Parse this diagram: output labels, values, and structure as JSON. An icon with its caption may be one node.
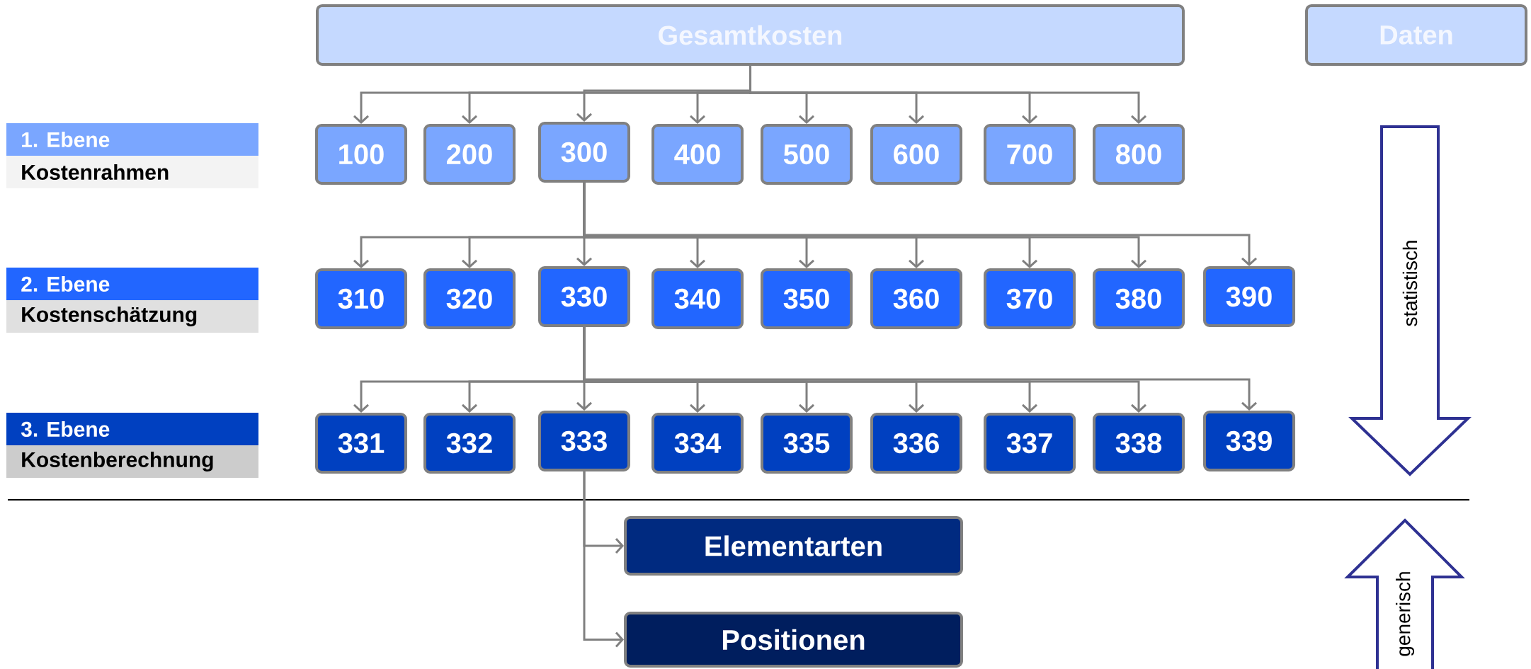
{
  "diagram": {
    "nodes": [
      {
        "text": [
          "Gesamtkosten"
        ]
      },
      {
        "text": [
          "Daten"
        ]
      },
      {
        "text": [
          "1. Ebene",
          "Kostenrahmen"
        ]
      },
      {
        "text": [
          "100"
        ]
      },
      {
        "text": [
          "200"
        ]
      },
      {
        "text": [
          "300"
        ]
      },
      {
        "text": [
          "400"
        ]
      },
      {
        "text": [
          "500"
        ]
      },
      {
        "text": [
          "600"
        ]
      },
      {
        "text": [
          "700"
        ]
      },
      {
        "text": [
          "800"
        ]
      },
      {
        "text": [
          "2. Ebene",
          "Kostenschätzung"
        ]
      },
      {
        "text": [
          "310"
        ]
      },
      {
        "text": [
          "320"
        ]
      },
      {
        "text": [
          "330"
        ]
      },
      {
        "text": [
          "340"
        ]
      },
      {
        "text": [
          "350"
        ]
      },
      {
        "text": [
          "360"
        ]
      },
      {
        "text": [
          "370"
        ]
      },
      {
        "text": [
          "380"
        ]
      },
      {
        "text": [
          "390"
        ]
      },
      {
        "text": [
          "3. Ebene",
          "Kostenberechnung"
        ]
      },
      {
        "text": [
          "331"
        ]
      },
      {
        "text": [
          "332"
        ]
      },
      {
        "text": [
          "333"
        ]
      },
      {
        "text": [
          "334"
        ]
      },
      {
        "text": [
          "335"
        ]
      },
      {
        "text": [
          "336"
        ]
      },
      {
        "text": [
          "337"
        ]
      },
      {
        "text": [
          "338"
        ]
      },
      {
        "text": [
          "339"
        ]
      },
      {
        "text": [
          "Elementarten"
        ]
      },
      {
        "text": [
          "Positionen"
        ]
      }
    ],
    "edges": [
      {
        "from": 0,
        "to": 3,
        "arrow": "to"
      },
      {
        "from": 0,
        "to": 4,
        "arrow": "to"
      },
      {
        "from": 0,
        "to": 5,
        "arrow": "to"
      },
      {
        "from": 0,
        "to": 6,
        "arrow": "to"
      },
      {
        "from": 0,
        "to": 7,
        "arrow": "to"
      },
      {
        "from": 0,
        "to": 8,
        "arrow": "to"
      },
      {
        "from": 0,
        "to": 9,
        "arrow": "to"
      },
      {
        "from": 0,
        "to": 10,
        "arrow": "to"
      },
      {
        "from": 5,
        "to": 12,
        "arrow": "to"
      },
      {
        "from": 5,
        "to": 13,
        "arrow": "to"
      },
      {
        "from": 5,
        "to": 14,
        "arrow": "to"
      },
      {
        "from": 5,
        "to": 15,
        "arrow": "to"
      },
      {
        "from": 5,
        "to": 16,
        "arrow": "to"
      },
      {
        "from": 5,
        "to": 17,
        "arrow": "to"
      },
      {
        "from": 5,
        "to": 18,
        "arrow": "to"
      },
      {
        "from": 5,
        "to": 19,
        "arrow": "to"
      },
      {
        "from": 5,
        "to": 20,
        "arrow": "to"
      },
      {
        "from": 14,
        "to": 22,
        "arrow": "to"
      },
      {
        "from": 14,
        "to": 23,
        "arrow": "to"
      },
      {
        "from": 14,
        "to": 24,
        "arrow": "to"
      },
      {
        "from": 14,
        "to": 25,
        "arrow": "to"
      },
      {
        "from": 14,
        "to": 26,
        "arrow": "to"
      },
      {
        "from": 14,
        "to": 27,
        "arrow": "to"
      },
      {
        "from": 14,
        "to": 28,
        "arrow": "to"
      },
      {
        "from": 14,
        "to": 29,
        "arrow": "to"
      },
      {
        "from": 14,
        "to": 30,
        "arrow": "to"
      },
      {
        "from": 24,
        "to": 31,
        "arrow": "to"
      },
      {
        "from": 24,
        "to": 32,
        "arrow": "to"
      }
    ],
    "labels": [
      "statistisch",
      "generisch"
    ]
  }
}
